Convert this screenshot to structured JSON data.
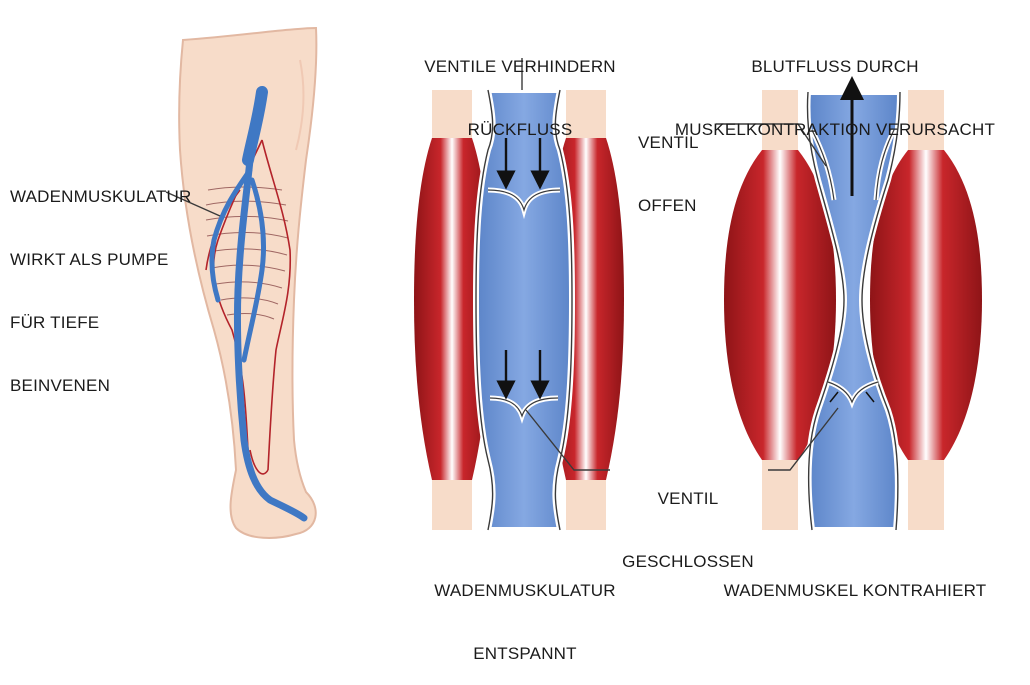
{
  "labels": {
    "calf_pump": [
      "WADENMUSKULATUR",
      "WIRKT ALS PUMPE",
      "FÜR TIEFE",
      "BEINVENEN"
    ],
    "valves_prevent": [
      "VENTILE VERHINDERN",
      "RÜCKFLUSS"
    ],
    "blood_flow": [
      "BLUTFLUSS DURCH",
      "MUSKELKONTRAKTION VERURSACHT"
    ],
    "valve_open": [
      "VENTIL",
      "OFFEN"
    ],
    "valve_closed": [
      "VENTIL",
      "GESCHLOSSEN"
    ],
    "relaxed": [
      "WADENMUSKULATUR",
      "ENTSPANNT"
    ],
    "contracted": [
      "WADENMUSKEL KONTRAHIERT"
    ]
  },
  "colors": {
    "skin": "#f7dcc9",
    "skin_outline": "#e2b8a2",
    "vein": "#3f78c4",
    "artery": "#b3232a",
    "muscle": "#b51f24",
    "muscle_highlight": "#ffffff",
    "vein_fill": "#6f96d6",
    "vein_outline": "#3a3a3a"
  }
}
